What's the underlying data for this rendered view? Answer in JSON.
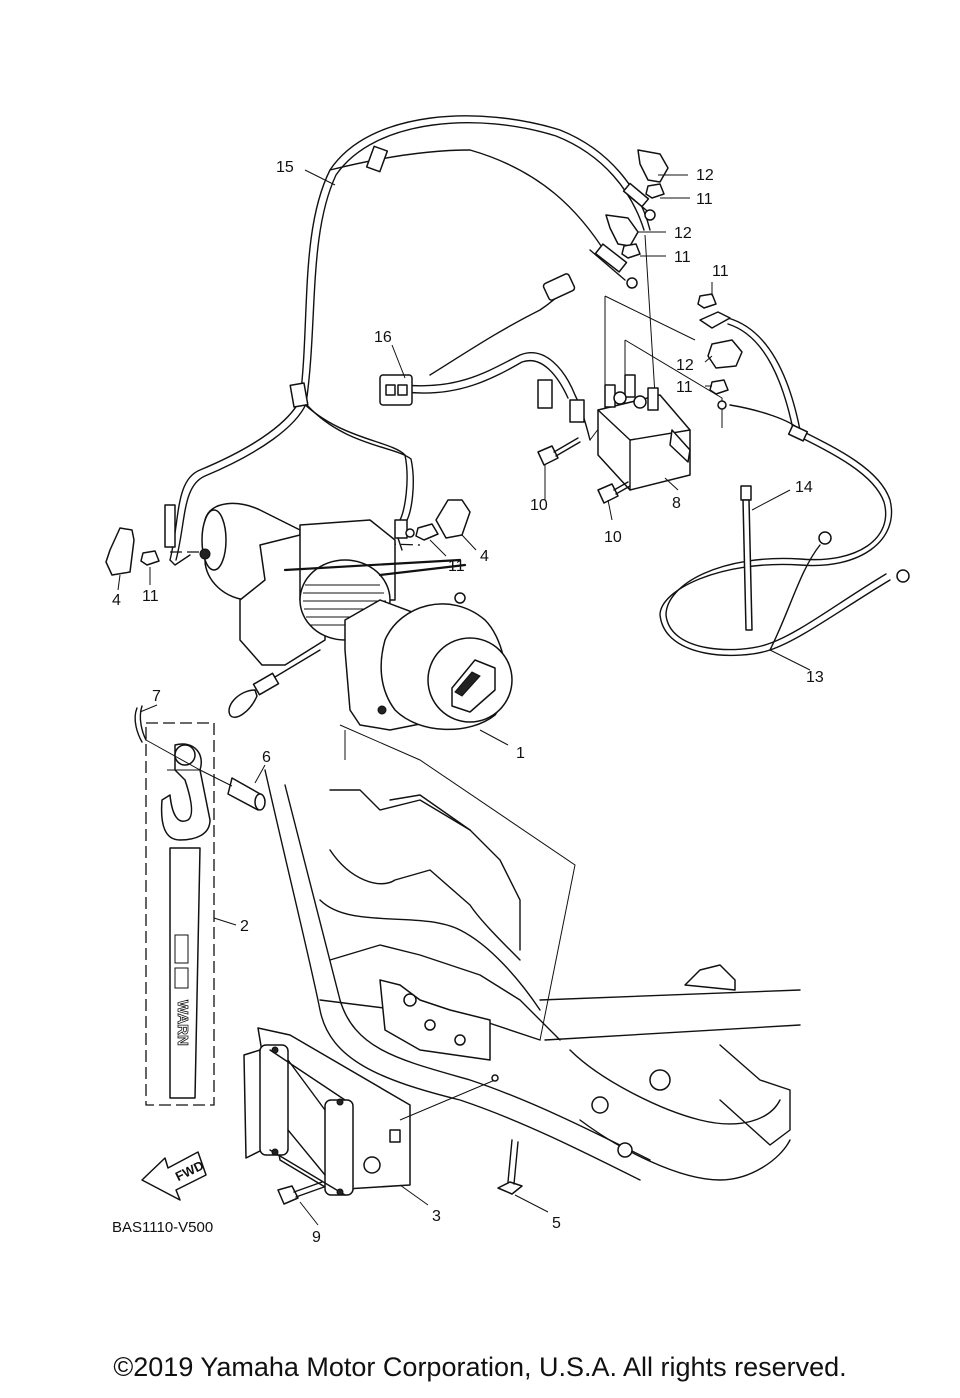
{
  "diagram": {
    "code": "BAS1110-V500",
    "fwd_label": "FWD",
    "strap_brand": "WARN",
    "callouts": [
      "1",
      "2",
      "3",
      "4",
      "4",
      "5",
      "6",
      "7",
      "8",
      "9",
      "10",
      "10",
      "11",
      "11",
      "11",
      "11",
      "11",
      "11",
      "12",
      "12",
      "12",
      "13",
      "14",
      "15",
      "16"
    ]
  },
  "footer": {
    "copyright": "©2019 Yamaha Motor Corporation, U.S.A. All rights reserved."
  }
}
